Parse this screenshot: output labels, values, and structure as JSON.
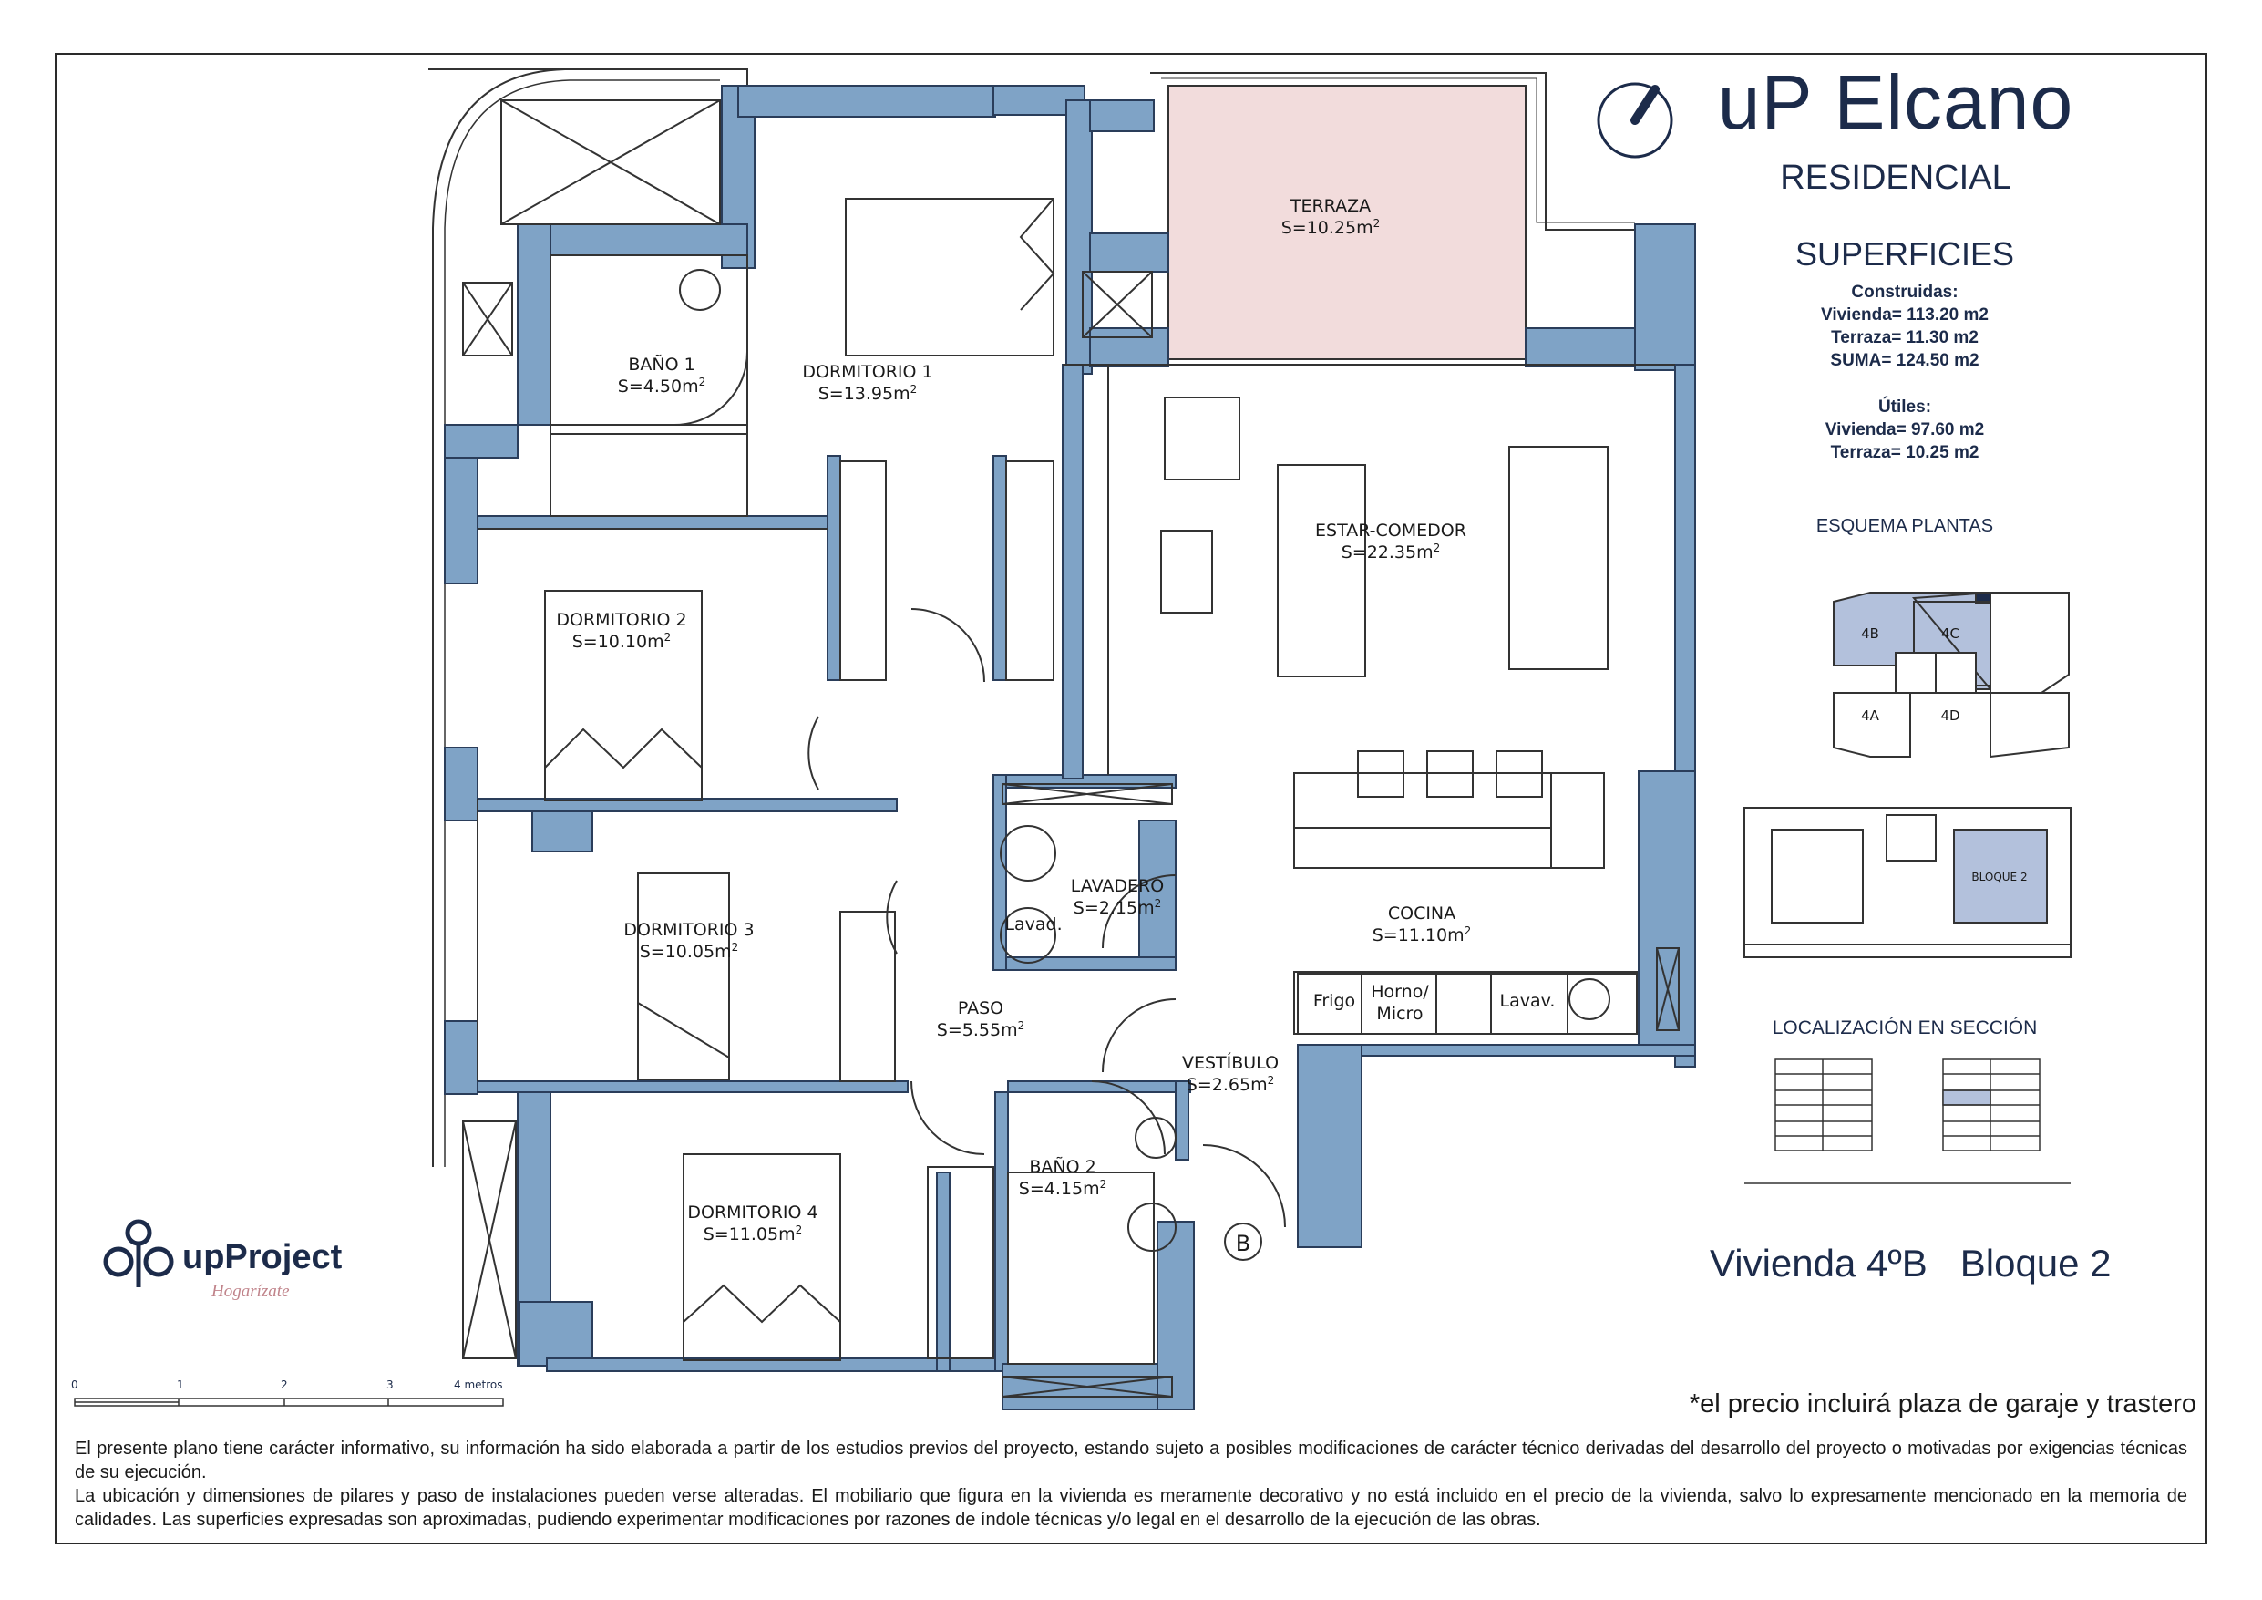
{
  "header": {
    "title": "uP Elcano",
    "subtitle": "RESIDENCIAL"
  },
  "surfaces": {
    "heading": "SUPERFICIES",
    "built_label": "Construidas:",
    "built": [
      "Vivienda= 113.20 m2",
      "Terraza= 11.30 m2",
      "SUMA= 124.50 m2"
    ],
    "useful_label": "Útiles:",
    "useful": [
      "Vivienda= 97.60 m2",
      "Terraza= 10.25 m2"
    ]
  },
  "floor_scheme": {
    "heading": "ESQUEMA PLANTAS",
    "units": [
      "4B",
      "4C",
      "4A",
      "4D"
    ],
    "block_label": "BLOQUE 2"
  },
  "section": {
    "heading": "LOCALIZACIÓN EN SECCIÓN"
  },
  "unit": {
    "name": "Vivienda 4ºB",
    "block": "Bloque 2"
  },
  "note": "*el precio incluirá plaza de garaje y trastero",
  "disclaimer": [
    "El presente plano tiene carácter informativo, su información ha sido elaborada a partir de los estudios previos del proyecto, estando sujeto a posibles modificaciones de carácter técnico derivadas del desarrollo del proyecto o motivadas por exigencias técnicas de su ejecución.",
    "La ubicación y dimensiones de pilares y paso de instalaciones pueden verse alteradas. El mobiliario que figura en la vivienda es meramente decorativo y no está incluido en el precio de la vivienda, salvo lo expresamente mencionado en la memoria de calidades. Las superficies expresadas son aproximadas, pudiendo experimentar modificaciones por razones de índole técnicas y/o legal en el desarrollo de la ejecución de las obras."
  ],
  "logo": {
    "name": "upProject",
    "tagline": "Hogarízate"
  },
  "scale": {
    "ticks": [
      "0",
      "1",
      "2",
      "3",
      "4 metros"
    ]
  },
  "entrance_marker": "B",
  "rooms": [
    {
      "name": "TERRAZA",
      "area": "S=10.25m"
    },
    {
      "name": "DORMITORIO 1",
      "area": "S=13.95m"
    },
    {
      "name": "BAÑO 1",
      "area": "S=4.50m"
    },
    {
      "name": "DORMITORIO 2",
      "area": "S=10.10m"
    },
    {
      "name": "DORMITORIO 3",
      "area": "S=10.05m"
    },
    {
      "name": "DORMITORIO 4",
      "area": "S=11.05m"
    },
    {
      "name": "ESTAR-COMEDOR",
      "area": "S=22.35m"
    },
    {
      "name": "LAVADERO",
      "area": "S=2.15m"
    },
    {
      "name": "COCINA",
      "area": "S=11.10m"
    },
    {
      "name": "PASO",
      "area": "S=5.55m"
    },
    {
      "name": "VESTÍBULO",
      "area": "S=2.65m"
    },
    {
      "name": "BAÑO 2",
      "area": "S=4.15m"
    }
  ],
  "appliances": {
    "frigo": "Frigo",
    "horno_1": "Horno/",
    "horno_2": "Micro",
    "lavav": "Lavav.",
    "lavad": "Lavad."
  },
  "colors": {
    "wall": "#7fa3c6",
    "terrace": "#f2dcdc",
    "highlight": "#b3c1dc",
    "ink": "#1c2b4a"
  }
}
